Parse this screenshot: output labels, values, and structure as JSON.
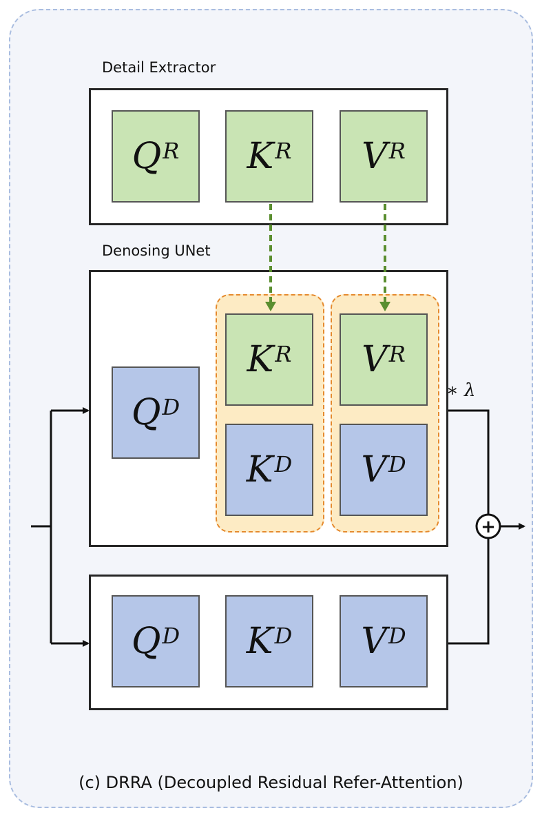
{
  "labels": {
    "detail_extractor": "Detail Extractor",
    "denoising_unet": "Denosing UNet",
    "caption": "(c) DRRA (Decoupled Residual Refer-Attention)",
    "scale_star": "∗",
    "scale_symbol": "λ",
    "plus_symbol": "+"
  },
  "detail_extractor": {
    "q": {
      "base": "Q",
      "sup": "R"
    },
    "k": {
      "base": "K",
      "sup": "R"
    },
    "v": {
      "base": "V",
      "sup": "R"
    }
  },
  "denoising_unet": {
    "q": {
      "base": "Q",
      "sup": "D"
    },
    "k_ref": {
      "base": "K",
      "sup": "R"
    },
    "k": {
      "base": "K",
      "sup": "D"
    },
    "v_ref": {
      "base": "V",
      "sup": "R"
    },
    "v": {
      "base": "V",
      "sup": "D"
    }
  },
  "residual_branch": {
    "q": {
      "base": "Q",
      "sup": "D"
    },
    "k": {
      "base": "K",
      "sup": "D"
    },
    "v": {
      "base": "V",
      "sup": "D"
    }
  },
  "colors": {
    "reference_block": "#c9e4b4",
    "denoising_block": "#b5c6e8",
    "injection_arrow": "#5a8e2f",
    "concat_group_border": "#e58a2e",
    "concat_group_fill": "#fdebc4",
    "frame_border": "#a9bde0"
  }
}
